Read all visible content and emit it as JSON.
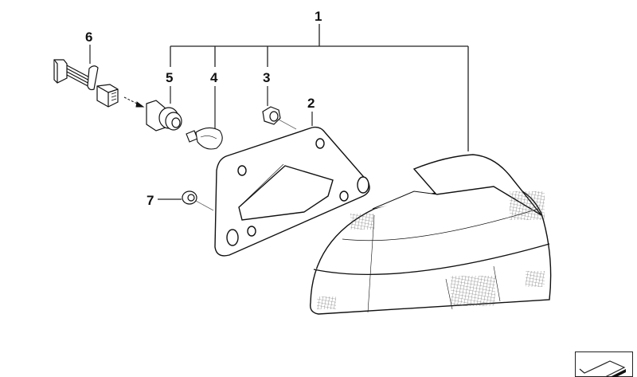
{
  "diagram": {
    "type": "exploded-parts-view",
    "subject": "tail light assembly",
    "colors": {
      "line": "#111111",
      "background": "#ffffff",
      "hatch": "#555555"
    },
    "callouts": [
      {
        "id": "1",
        "label": "1",
        "part": "tail light assembly"
      },
      {
        "id": "2",
        "label": "2",
        "part": "gasket"
      },
      {
        "id": "3",
        "label": "3",
        "part": "nut"
      },
      {
        "id": "4",
        "label": "4",
        "part": "bulb"
      },
      {
        "id": "5",
        "label": "5",
        "part": "bulb socket"
      },
      {
        "id": "6",
        "label": "6",
        "part": "wiring harness connector"
      },
      {
        "id": "7",
        "label": "7",
        "part": "nut / washer"
      }
    ],
    "corner_icon": "view-orientation-icon"
  }
}
